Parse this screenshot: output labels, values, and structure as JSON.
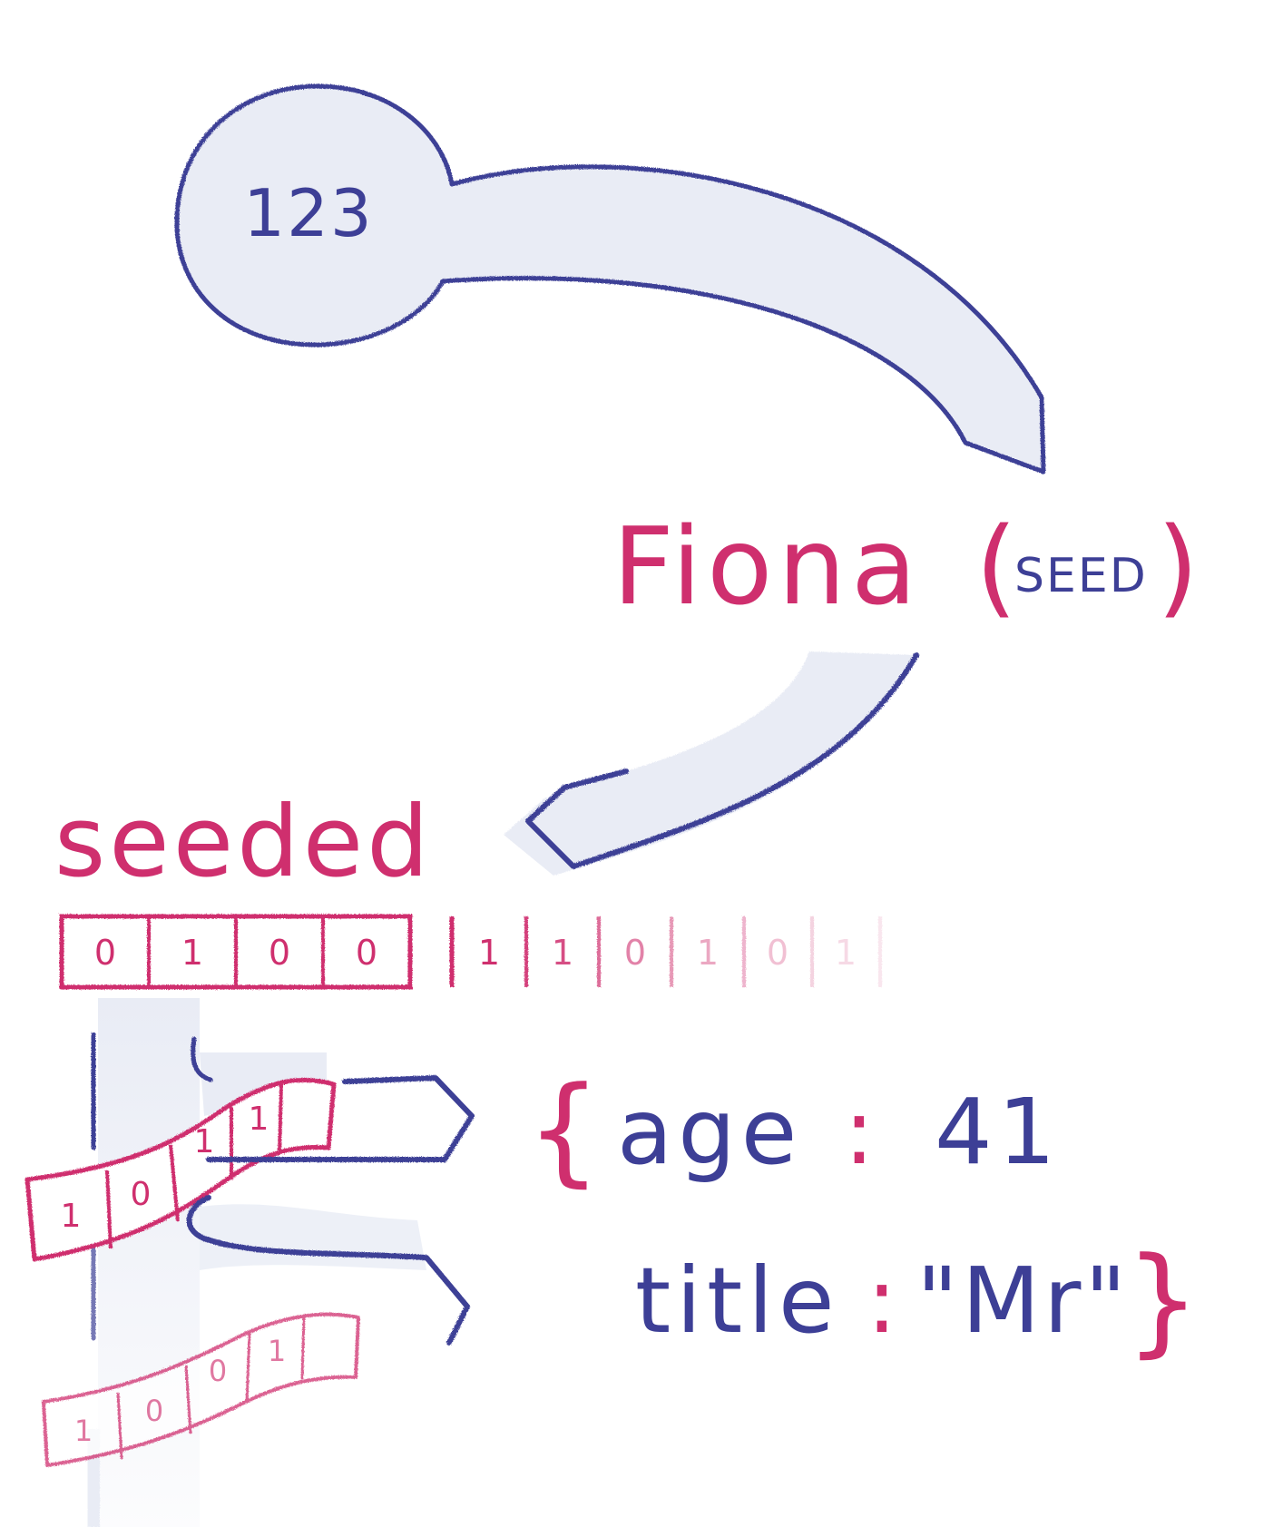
{
  "bubble": {
    "label": "123"
  },
  "function_call": {
    "name": "Fiona",
    "open_paren": "(",
    "arg": "SEED",
    "close_paren": ")"
  },
  "seeded_label": "seeded",
  "bits": {
    "seeded": [
      "0",
      "1",
      "0",
      "0"
    ],
    "stream": [
      "1",
      "1",
      "0",
      "1",
      "0",
      "1"
    ]
  },
  "tapes": {
    "upper": [
      "1",
      "0",
      "1",
      "1"
    ],
    "lower": [
      "1",
      "0",
      "0",
      "1"
    ]
  },
  "record": {
    "open_brace": "{",
    "line1_key": "age",
    "line1_colon": ":",
    "line1_value": "41",
    "line2_key": "title",
    "line2_colon": ":",
    "line2_value": "\"Mr\"",
    "close_brace": "}"
  },
  "colors": {
    "ink_blue": "#3d3f96",
    "ink_pink": "#cf2f6e",
    "fill_pale": "#e9ecf5"
  }
}
